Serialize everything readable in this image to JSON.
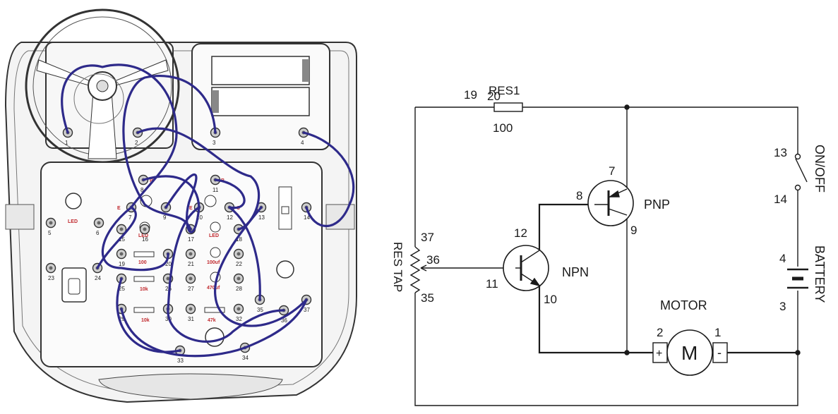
{
  "kit": {
    "terminals": [
      {
        "n": "1"
      },
      {
        "n": "2"
      },
      {
        "n": "3"
      },
      {
        "n": "4"
      },
      {
        "n": "5"
      },
      {
        "n": "6"
      },
      {
        "n": "7"
      },
      {
        "n": "8"
      },
      {
        "n": "9"
      },
      {
        "n": "10"
      },
      {
        "n": "11"
      },
      {
        "n": "12"
      },
      {
        "n": "13"
      },
      {
        "n": "14"
      },
      {
        "n": "15"
      },
      {
        "n": "16"
      },
      {
        "n": "17"
      },
      {
        "n": "18"
      },
      {
        "n": "19"
      },
      {
        "n": "20"
      },
      {
        "n": "21"
      },
      {
        "n": "22"
      },
      {
        "n": "23"
      },
      {
        "n": "24"
      },
      {
        "n": "25"
      },
      {
        "n": "26"
      },
      {
        "n": "27"
      },
      {
        "n": "28"
      },
      {
        "n": "29"
      },
      {
        "n": "30"
      },
      {
        "n": "31"
      },
      {
        "n": "32"
      },
      {
        "n": "33"
      },
      {
        "n": "34"
      },
      {
        "n": "35"
      },
      {
        "n": "36"
      },
      {
        "n": "37"
      }
    ],
    "part_labels": {
      "led_left": "LED",
      "led_mid": "LED",
      "led_right": "LED",
      "cap_100": "100uf",
      "cap_470": "470uf",
      "res_100": "100",
      "res_10k": "10k",
      "res_10k_b": "10k",
      "res_47": "47k",
      "b1": "B",
      "b2": "B",
      "c1": "C",
      "c2": "C",
      "e1": "E",
      "e2": "E"
    },
    "wire_color": "#2e2a8a"
  },
  "schematic": {
    "res1": {
      "name": "RES1",
      "value": "100",
      "pin_a": "19",
      "pin_b": "20"
    },
    "res_tap": {
      "name": "RES TAP",
      "top": "37",
      "tap": "36",
      "bottom": "35"
    },
    "npn": {
      "name": "NPN",
      "base": "11",
      "collector": "12",
      "emitter": "10"
    },
    "pnp": {
      "name": "PNP",
      "base": "8",
      "emitter": "7",
      "collector": "9"
    },
    "switch": {
      "name": "ON/OFF",
      "a": "13",
      "b": "14"
    },
    "battery": {
      "name": "BATTERY",
      "plus": "4",
      "minus": "3"
    },
    "motor": {
      "name": "MOTOR",
      "pin_plus": "2",
      "pin_minus": "1",
      "symbol": "M",
      "plus": "+",
      "minus": "-"
    }
  }
}
